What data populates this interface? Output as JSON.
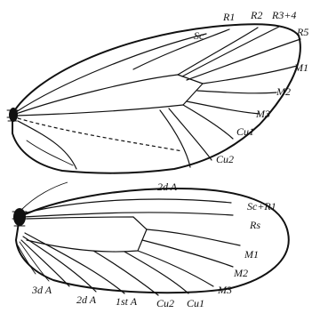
{
  "forewing": {
    "labels": {
      "sc": "Sc",
      "r1": "R1",
      "r2": "R2",
      "r34": "R3+4",
      "r5": "R5",
      "m1": "M1",
      "m2": "M2",
      "m3": "M3",
      "cu1": "Cu1",
      "cu2": "Cu2",
      "a2": "2d A"
    }
  },
  "hindwing": {
    "labels": {
      "scr1": "Sc+R1",
      "rs": "Rs",
      "m1": "M1",
      "m2": "M2",
      "m3": "M3",
      "cu1": "Cu1",
      "cu2": "Cu2",
      "a1": "1st A",
      "a2": "2d A",
      "a3": "3d A"
    }
  }
}
